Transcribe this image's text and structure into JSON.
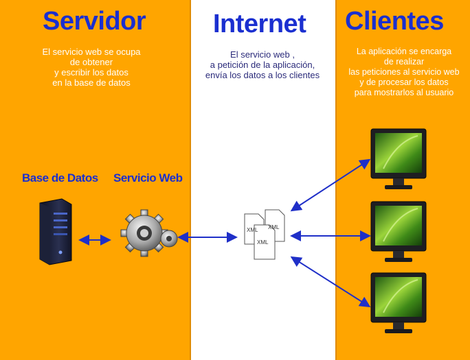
{
  "servidor": {
    "title": "Servidor",
    "description": "El servicio web se ocupa\nde obtener\ny escribir los datos\nen la base de datos",
    "db_label": "Base de Datos",
    "ws_label": "Servicio Web"
  },
  "internet": {
    "title": "Internet",
    "description": "El servicio web ,\na petición de la aplicación,\nenvía los datos a los clientes",
    "doc_labels": [
      "XML",
      "XML",
      "XML"
    ]
  },
  "clientes": {
    "title": "Clientes",
    "description": "La aplicación se encarga\nde realizar\nlas peticiones al servicio web\ny de procesar los datos\npara mostrarlos al usuario"
  },
  "colors": {
    "panel": "#ffa500",
    "title": "#1a2fd0",
    "arrow": "#1f2fc8"
  },
  "icons": [
    "server-icon",
    "gear-icon",
    "xml-documents-icon",
    "monitor-icon"
  ]
}
